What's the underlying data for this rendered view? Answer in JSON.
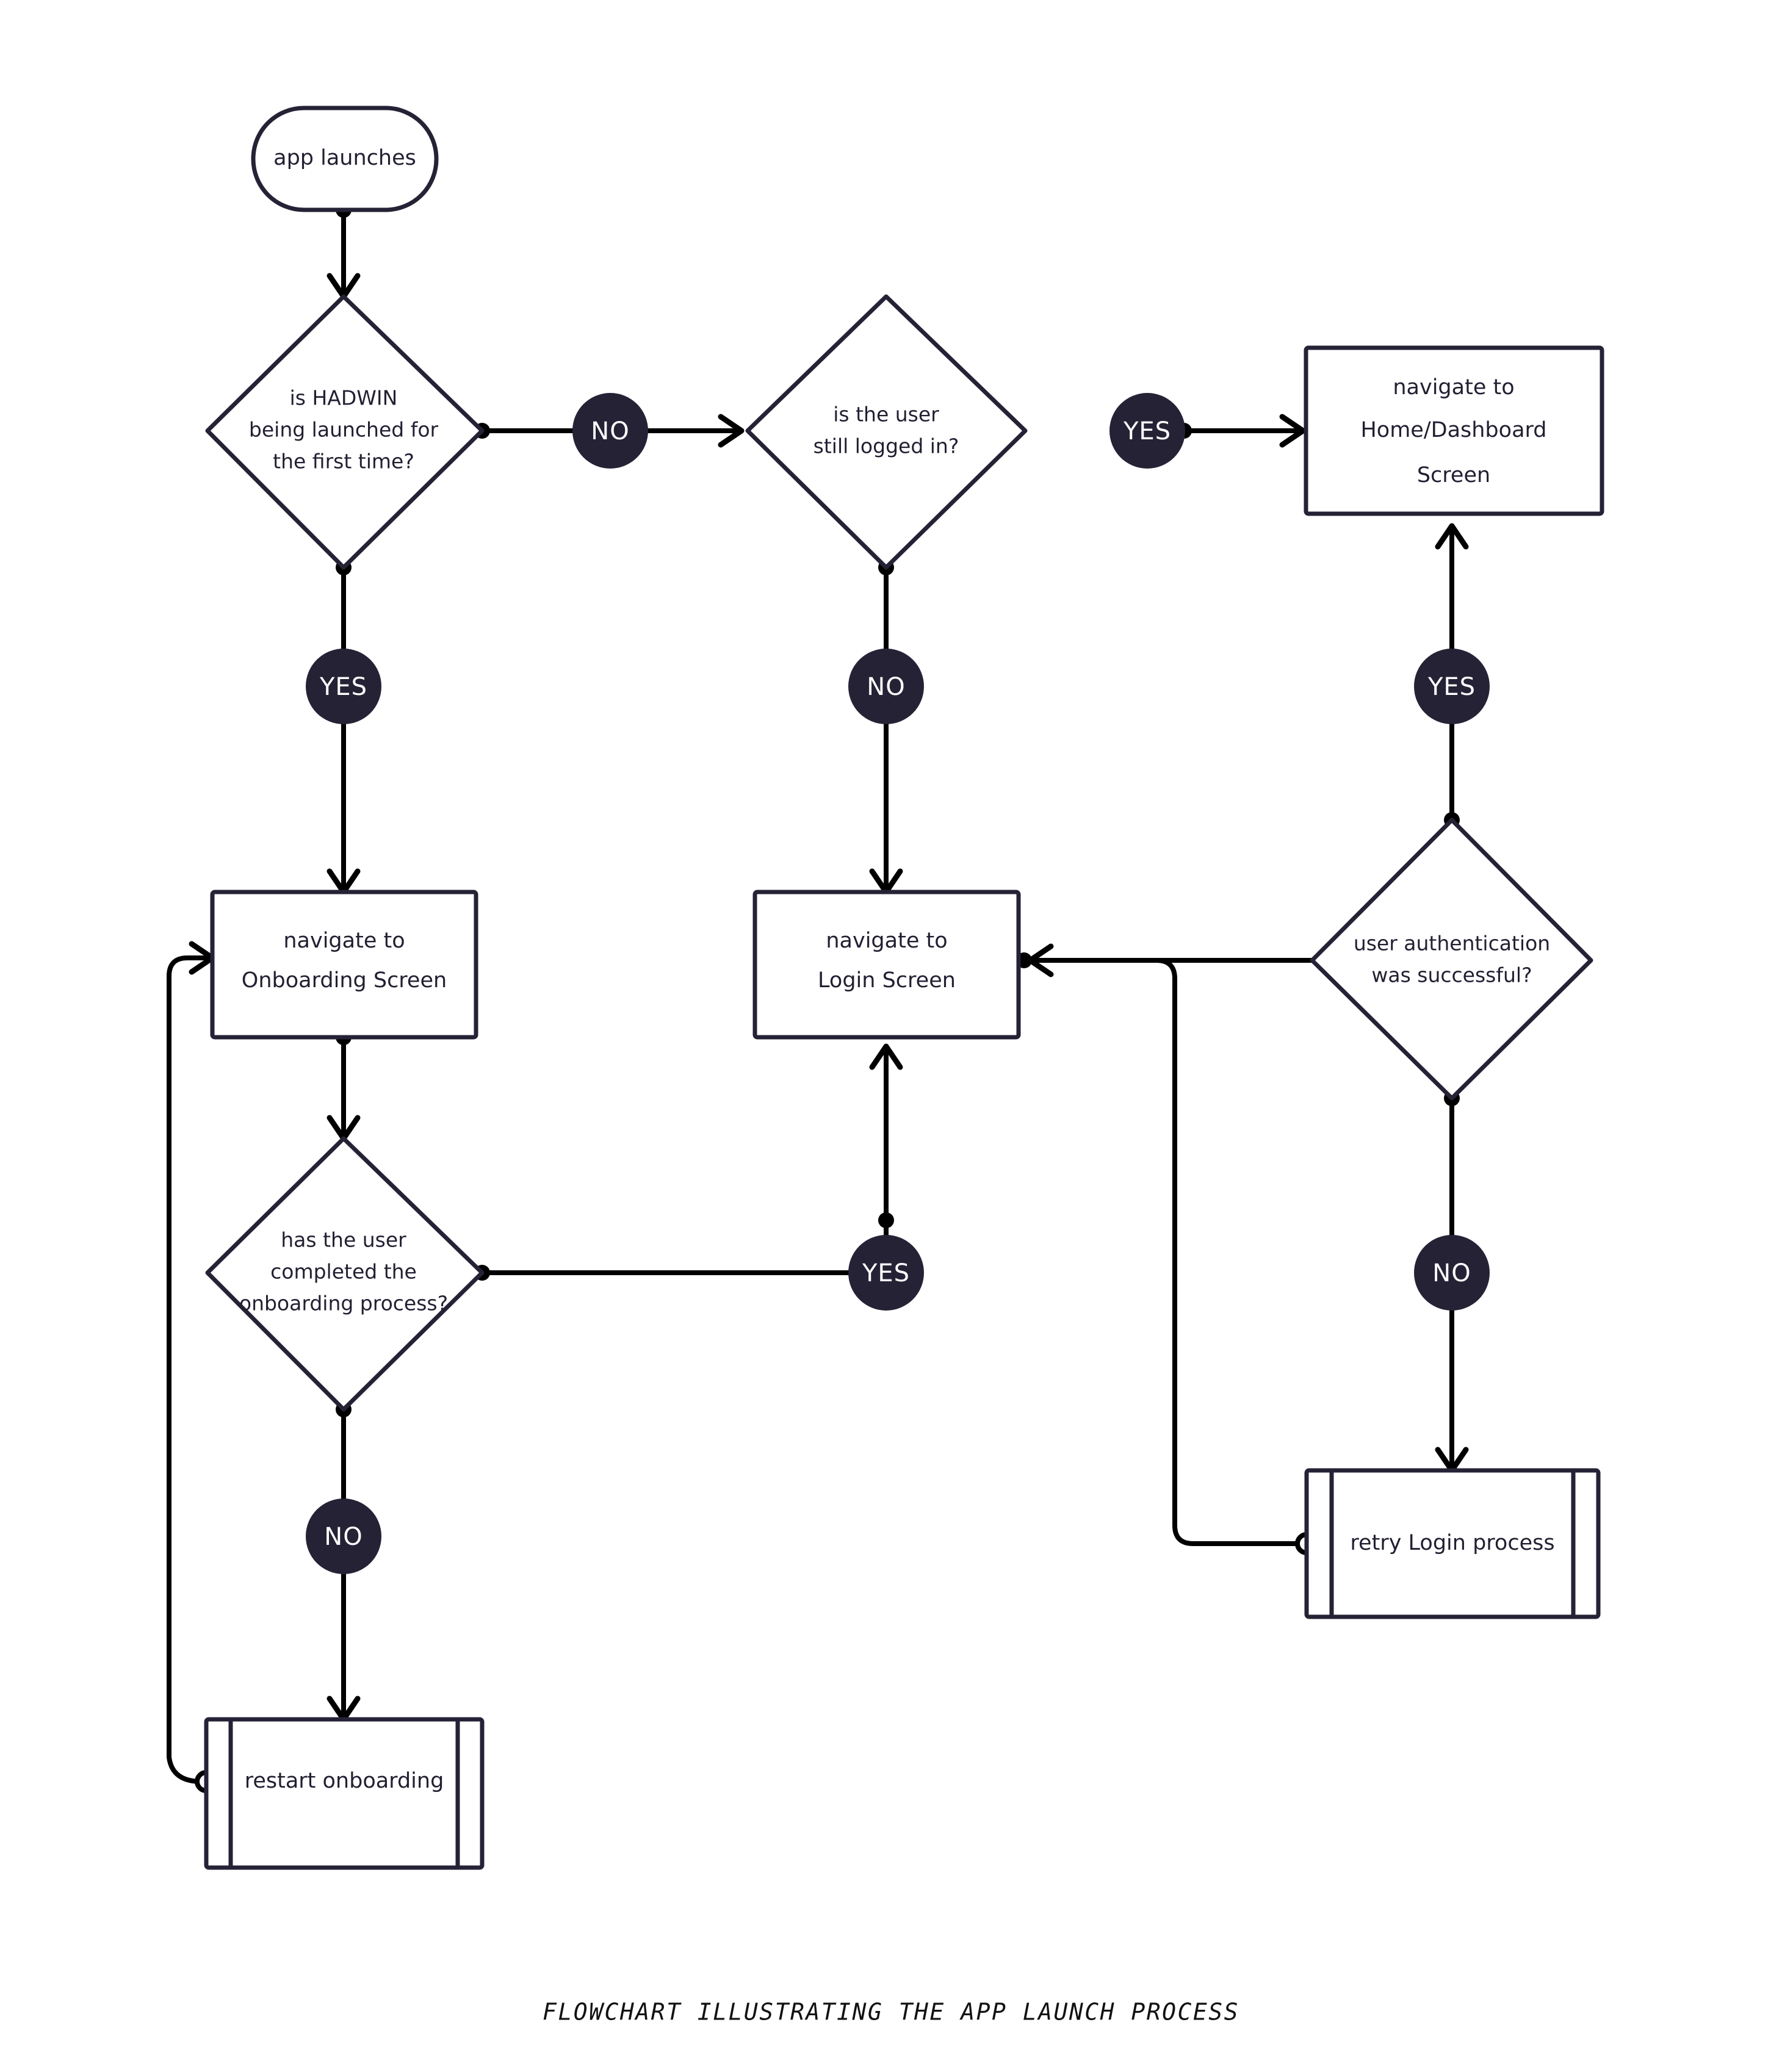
{
  "diagram": {
    "title": "Flowchart illustrating the app launch process",
    "caption": "FLOWCHART ILLUSTRATING THE APP LAUNCH PROCESS",
    "colors": {
      "background": "#ffffff",
      "stroke": "#262236",
      "edge": "#000000",
      "badge_fill": "#262236",
      "badge_text": "#ffffff",
      "node_text": "#231f32"
    },
    "nodes": [
      {
        "id": "start",
        "type": "terminator",
        "shape": "stadium",
        "lines": [
          "app launches"
        ]
      },
      {
        "id": "first-launch",
        "type": "decision",
        "shape": "diamond",
        "lines": [
          "is HADWIN",
          "being launched for",
          "the first time?"
        ]
      },
      {
        "id": "still-logged-in",
        "type": "decision",
        "shape": "diamond",
        "lines": [
          "is the user",
          "still logged in?"
        ]
      },
      {
        "id": "home-dashboard",
        "type": "process",
        "shape": "rectangle",
        "lines": [
          "navigate to",
          "Home/Dashboard",
          "Screen"
        ]
      },
      {
        "id": "onboarding-screen",
        "type": "process",
        "shape": "rectangle",
        "lines": [
          "navigate to",
          "Onboarding Screen"
        ]
      },
      {
        "id": "login-screen",
        "type": "process",
        "shape": "rectangle",
        "lines": [
          "navigate to",
          "Login Screen"
        ]
      },
      {
        "id": "auth-success",
        "type": "decision",
        "shape": "diamond",
        "lines": [
          "user authentication",
          "was successful?"
        ]
      },
      {
        "id": "onboarding-complete",
        "type": "decision",
        "shape": "diamond",
        "lines": [
          "has the user",
          "completed the",
          "onboarding process?"
        ]
      },
      {
        "id": "retry-login",
        "type": "subroutine",
        "shape": "subroutine",
        "lines": [
          "retry Login process"
        ]
      },
      {
        "id": "restart-onboarding",
        "type": "subroutine",
        "shape": "subroutine",
        "lines": [
          "restart onboarding"
        ]
      }
    ],
    "edges": [
      {
        "id": "e1",
        "from": "start",
        "to": "first-launch",
        "label": ""
      },
      {
        "id": "e2",
        "from": "first-launch",
        "to": "still-logged-in",
        "label": "NO"
      },
      {
        "id": "e3",
        "from": "first-launch",
        "to": "onboarding-screen",
        "label": "YES"
      },
      {
        "id": "e4",
        "from": "still-logged-in",
        "to": "home-dashboard",
        "label": "YES"
      },
      {
        "id": "e5",
        "from": "still-logged-in",
        "to": "login-screen",
        "label": "NO"
      },
      {
        "id": "e6",
        "from": "login-screen",
        "to": "auth-success",
        "label": ""
      },
      {
        "id": "e7",
        "from": "auth-success",
        "to": "home-dashboard",
        "label": "YES"
      },
      {
        "id": "e8",
        "from": "auth-success",
        "to": "retry-login",
        "label": "NO"
      },
      {
        "id": "e9",
        "from": "retry-login",
        "to": "login-screen",
        "label": ""
      },
      {
        "id": "e10",
        "from": "onboarding-screen",
        "to": "onboarding-complete",
        "label": ""
      },
      {
        "id": "e11",
        "from": "onboarding-complete",
        "to": "login-screen",
        "label": "YES"
      },
      {
        "id": "e12",
        "from": "onboarding-complete",
        "to": "restart-onboarding",
        "label": "NO"
      },
      {
        "id": "e13",
        "from": "restart-onboarding",
        "to": "onboarding-screen",
        "label": ""
      }
    ],
    "labels": {
      "yes": "YES",
      "no": "NO"
    }
  }
}
